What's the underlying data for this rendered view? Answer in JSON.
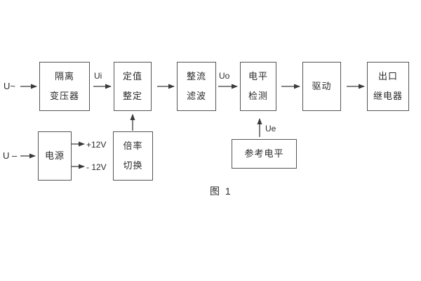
{
  "diagram": {
    "caption": "图 1",
    "signals": {
      "input_ac": "U~",
      "input_dc": "U –",
      "ui": "Ui",
      "uo": "Uo",
      "ue": "Ue",
      "plus12v": "+12V",
      "minus12v": "- 12V"
    },
    "blocks": {
      "isolation_transformer": {
        "line1": "隔离",
        "line2": "变压器"
      },
      "setpoint_adjust": {
        "line1": "定值",
        "line2": "整定"
      },
      "rectifier_filter": {
        "line1": "整流",
        "line2": "滤波"
      },
      "level_detection": {
        "line1": "电平",
        "line2": "检测"
      },
      "drive": {
        "line1": "驱动"
      },
      "output_relay": {
        "line1": "出口",
        "line2": "继电器"
      },
      "power_supply": {
        "line1": "电源"
      },
      "ratio_switch": {
        "line1": "倍率",
        "line2": "切换"
      },
      "reference_level": {
        "line1": "参考电平"
      }
    },
    "colors": {
      "background": "#ffffff",
      "line": "#3a3a3a",
      "box_border": "#555555",
      "text": "#2b2b2b"
    }
  }
}
